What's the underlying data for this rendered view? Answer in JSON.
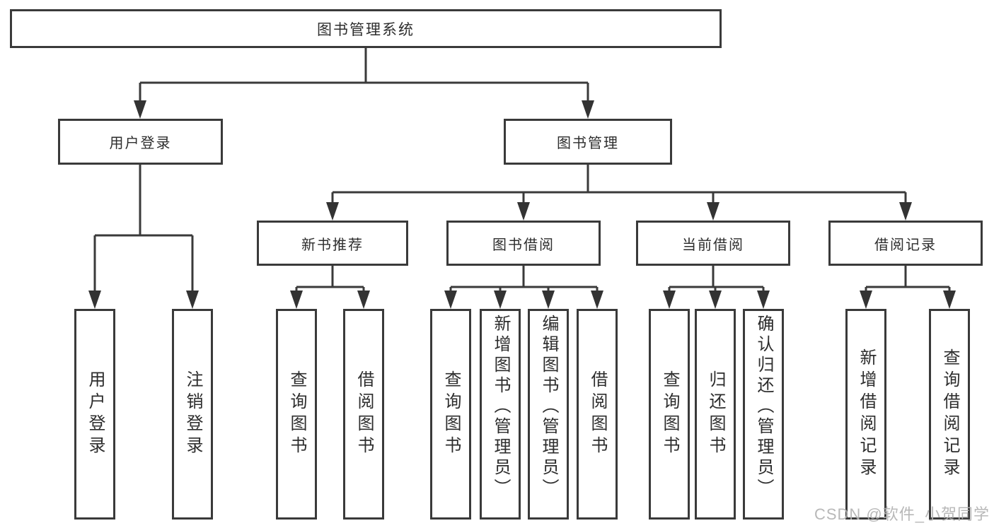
{
  "diagram": {
    "root": "图书管理系统",
    "user_login": {
      "label": "用户登录",
      "children": [
        "用户登录",
        "注销登录"
      ]
    },
    "book_management": {
      "label": "图书管理",
      "sections": [
        {
          "label": "新书推荐",
          "children": [
            "查询图书",
            "借阅图书"
          ]
        },
        {
          "label": "图书借阅",
          "children": [
            "查询图书",
            "新增图书（管理员）",
            "编辑图书（管理员）",
            "借阅图书"
          ]
        },
        {
          "label": "当前借阅",
          "children": [
            "查询图书",
            "归还图书",
            "确认归还（管理员）"
          ]
        },
        {
          "label": "借阅记录",
          "children": [
            "新增借阅记录",
            "查询借阅记录"
          ]
        }
      ]
    }
  },
  "watermark": "CSDN @软件_小贺同学",
  "colors": {
    "line": "#3a3a3a",
    "box_background": "#ffffff",
    "text": "#2d2d2d",
    "watermark": "#b2b2b2"
  }
}
